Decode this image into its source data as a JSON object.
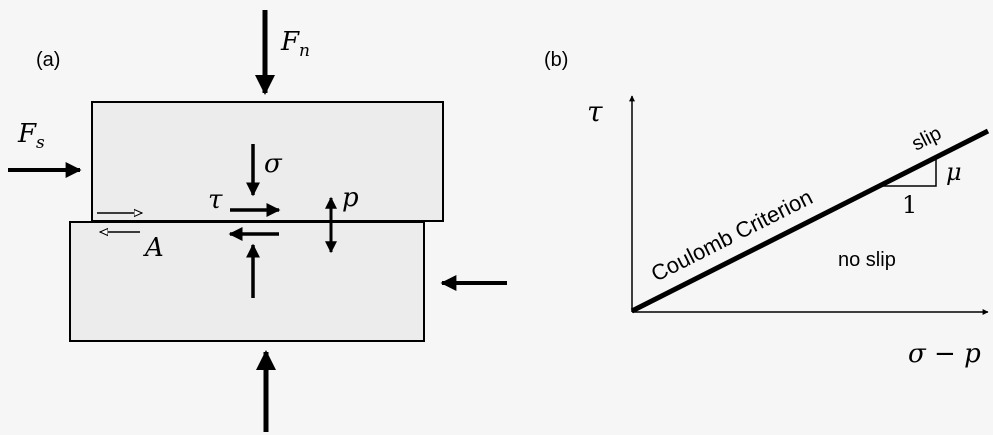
{
  "panel_a": {
    "label": "(a)",
    "force_normal": {
      "base": "F",
      "sub": "n"
    },
    "force_shear": {
      "base": "F",
      "sub": "s"
    },
    "sigma": "σ",
    "tau": "τ",
    "pressure": "p",
    "area": "A"
  },
  "panel_b": {
    "label": "(b)",
    "y_axis": "τ",
    "x_axis": "σ − p",
    "line_label": "Coulomb Criterion",
    "region_above": "slip",
    "region_below": "no slip",
    "slope_symbol": "μ",
    "slope_run": "1"
  },
  "colors": {
    "background": "#f6f6f6",
    "block_fill": "#ececec",
    "stroke": "#000000"
  }
}
